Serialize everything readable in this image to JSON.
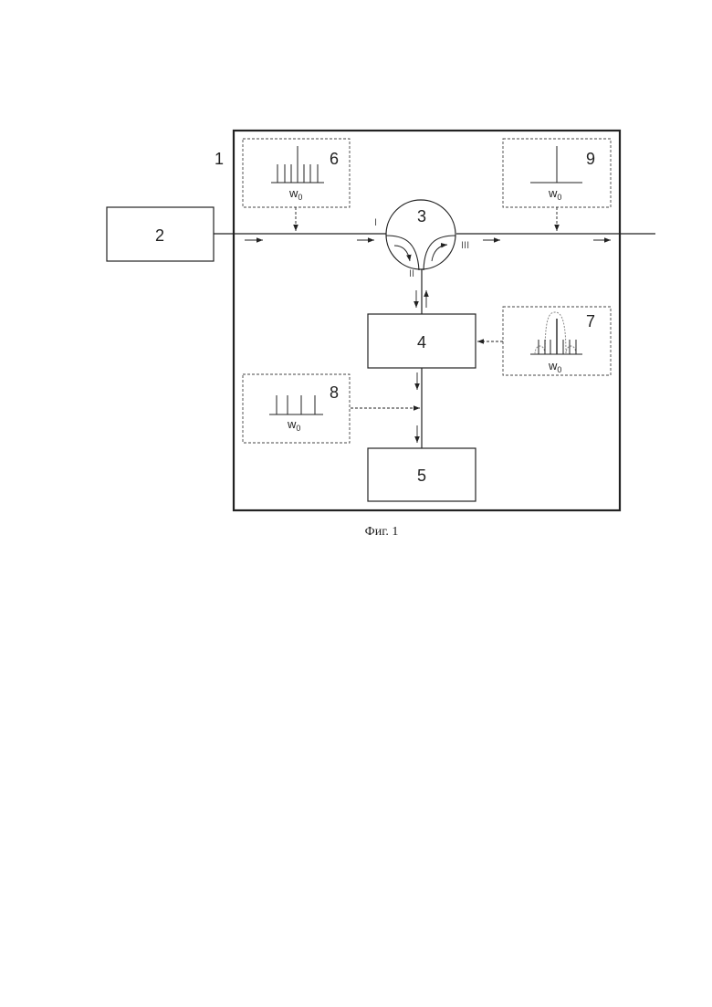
{
  "labels": {
    "outer_frame": "1",
    "source_block": "2",
    "circulator": "3",
    "block_4": "4",
    "block_5": "5",
    "spectrum_6": "6",
    "spectrum_7": "7",
    "spectrum_8": "8",
    "spectrum_9": "9"
  },
  "ports": {
    "port_1": "I",
    "port_2": "II",
    "port_3": "III"
  },
  "frequency_label": {
    "symbol": "w",
    "subscript": "0"
  },
  "caption": "Фиг. 1"
}
